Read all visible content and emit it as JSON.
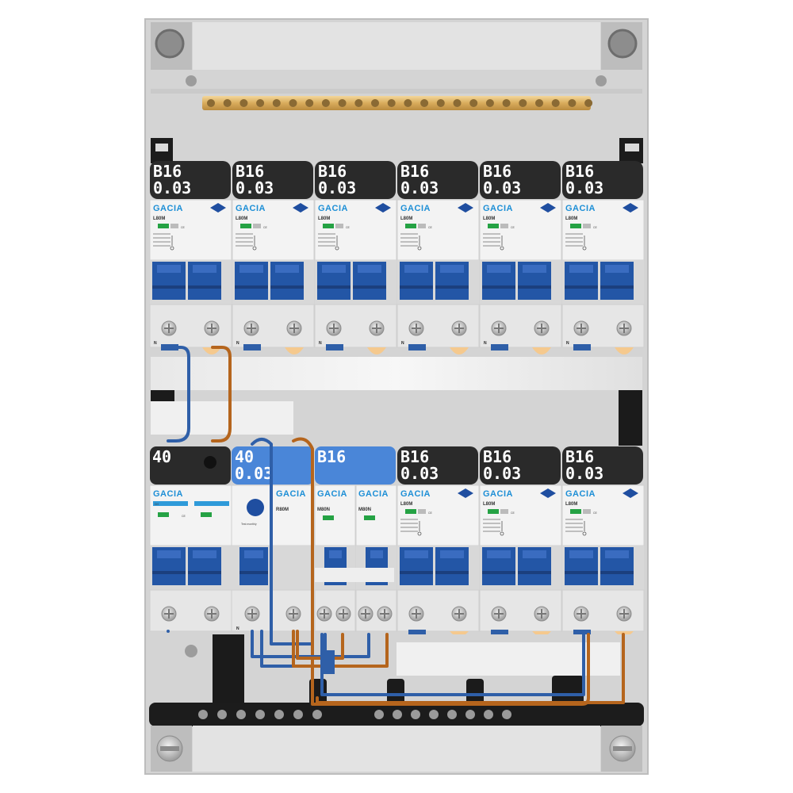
{
  "panel": {
    "brand": "GACIA",
    "ce_mark": "CE",
    "test_text": "Test monthly",
    "neutral_mark": "N"
  },
  "top_row": [
    {
      "rating": "B16",
      "sensitivity": "0.03",
      "model": "L80M"
    },
    {
      "rating": "B16",
      "sensitivity": "0.03",
      "model": "L80M"
    },
    {
      "rating": "B16",
      "sensitivity": "0.03",
      "model": "L80M"
    },
    {
      "rating": "B16",
      "sensitivity": "0.03",
      "model": "L80M"
    },
    {
      "rating": "B16",
      "sensitivity": "0.03",
      "model": "L80M"
    },
    {
      "rating": "B16",
      "sensitivity": "0.03",
      "model": "L80M"
    }
  ],
  "bottom_row": {
    "main_switch": {
      "rating": "40",
      "model": "DH"
    },
    "rcd": {
      "rating": "40",
      "sensitivity": "0.03",
      "model": "R80M"
    },
    "shared": {
      "rating": "B16",
      "models": [
        "M80N",
        "M80N"
      ]
    },
    "rcbos": [
      {
        "rating": "B16",
        "sensitivity": "0.03",
        "model": "L80M"
      },
      {
        "rating": "B16",
        "sensitivity": "0.03",
        "model": "L80M"
      },
      {
        "rating": "B16",
        "sensitivity": "0.03",
        "model": "L80M"
      }
    ]
  },
  "colors": {
    "neutral_wire": "#2f5fa8",
    "live_wire": "#b5651d",
    "label_bg": "#2a2a2a",
    "highlight_label_bg": "#4a86d8",
    "toggle_blue": "#2356a6"
  }
}
